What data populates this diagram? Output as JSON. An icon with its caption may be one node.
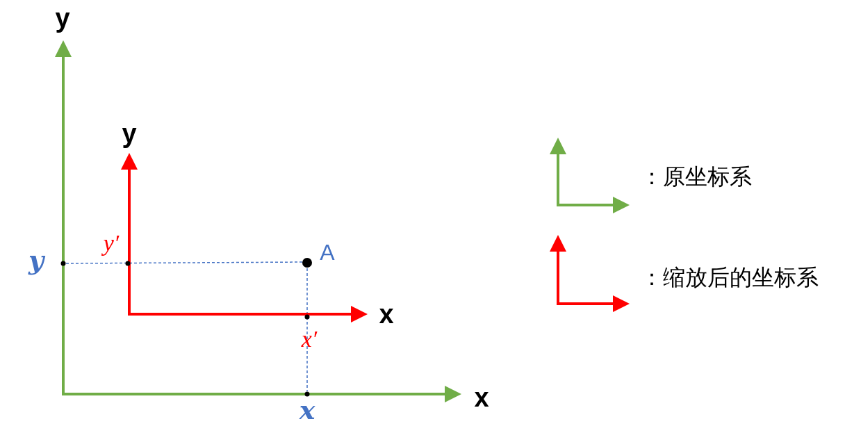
{
  "diagram": {
    "labels": [
      "y",
      "y",
      "y′",
      "y",
      "A",
      "x",
      "x′",
      "x",
      "x"
    ],
    "legend": [
      {
        "text": "：原坐标系"
      },
      {
        "text": "：缩放后的坐标系"
      }
    ]
  }
}
